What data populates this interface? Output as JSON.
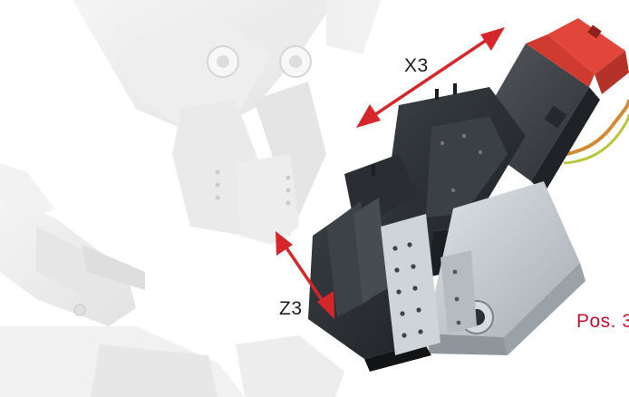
{
  "labels": {
    "x3": "X3",
    "z3": "Z3",
    "position": "Pos. 3"
  },
  "colors": {
    "arrow": "#d6262a",
    "position_text": "#c8102e",
    "motor_cap": "#e2463a",
    "body_dark": "#2b2f33",
    "body_light": "#c5cbd0",
    "background_parts": "#ececec"
  },
  "icons": {
    "x3_axis": "double-arrow-icon",
    "z3_axis": "double-arrow-icon"
  }
}
